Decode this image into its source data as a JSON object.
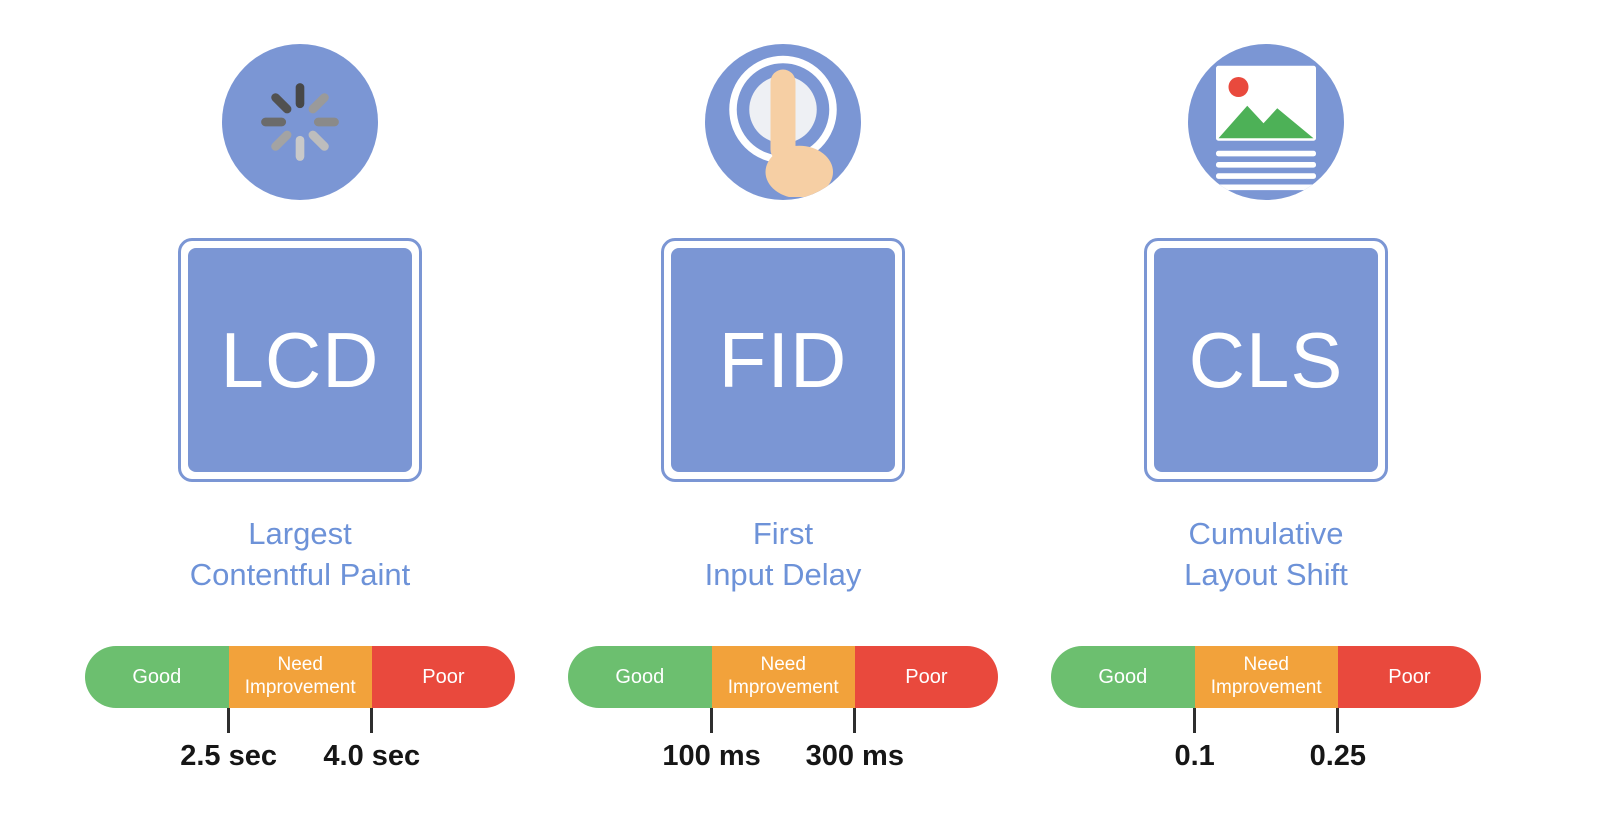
{
  "colors": {
    "icon_blue": "#7b96d4",
    "label_blue": "#6d92d8",
    "good_green": "#6cbf6f",
    "need_improvement_orange": "#f2a23b",
    "poor_red": "#e9493d",
    "threshold_text": "#161616",
    "tick_color": "#2e2e2e"
  },
  "scale": {
    "good_label": "Good",
    "need_improvement_label": "Need Improvement",
    "poor_label": "Poor"
  },
  "columns": [
    {
      "acronym": "LCD",
      "icon": "loading-spinner-icon",
      "label_line1": "Largest",
      "label_line2": "Contentful Paint",
      "threshold_low": "2.5 sec",
      "threshold_high": "4.0 sec"
    },
    {
      "acronym": "FID",
      "icon": "tap-finger-icon",
      "label_line1": "First",
      "label_line2": "Input Delay",
      "threshold_low": "100 ms",
      "threshold_high": "300 ms"
    },
    {
      "acronym": "CLS",
      "icon": "image-layout-icon",
      "label_line1": "Cumulative",
      "label_line2": "Layout Shift",
      "threshold_low": "0.1",
      "threshold_high": "0.25"
    }
  ]
}
